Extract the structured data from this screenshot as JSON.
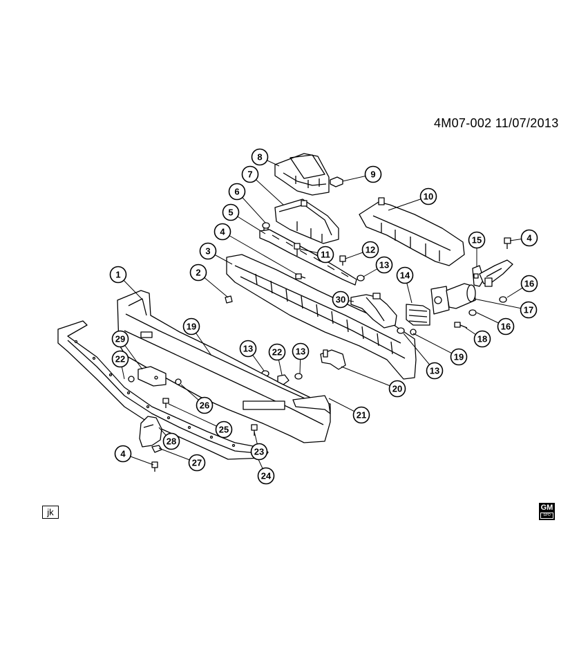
{
  "header": {
    "doc_code": "4M07-002  11/07/2013"
  },
  "footer": {
    "initials": "jk",
    "logo_text": "GM",
    "logo_subtext": "SPO"
  },
  "callouts": [
    "1",
    "2",
    "3",
    "4",
    "5",
    "6",
    "7",
    "8",
    "9",
    "10",
    "11",
    "12",
    "13",
    "14",
    "15",
    "16",
    "17",
    "18",
    "19",
    "20",
    "21",
    "22",
    "23",
    "24",
    "25",
    "26",
    "27",
    "28",
    "29",
    "30",
    "4",
    "13",
    "13",
    "16",
    "19",
    "22",
    "13",
    "4"
  ],
  "colors": {
    "line": "#000000",
    "background": "#ffffff"
  }
}
